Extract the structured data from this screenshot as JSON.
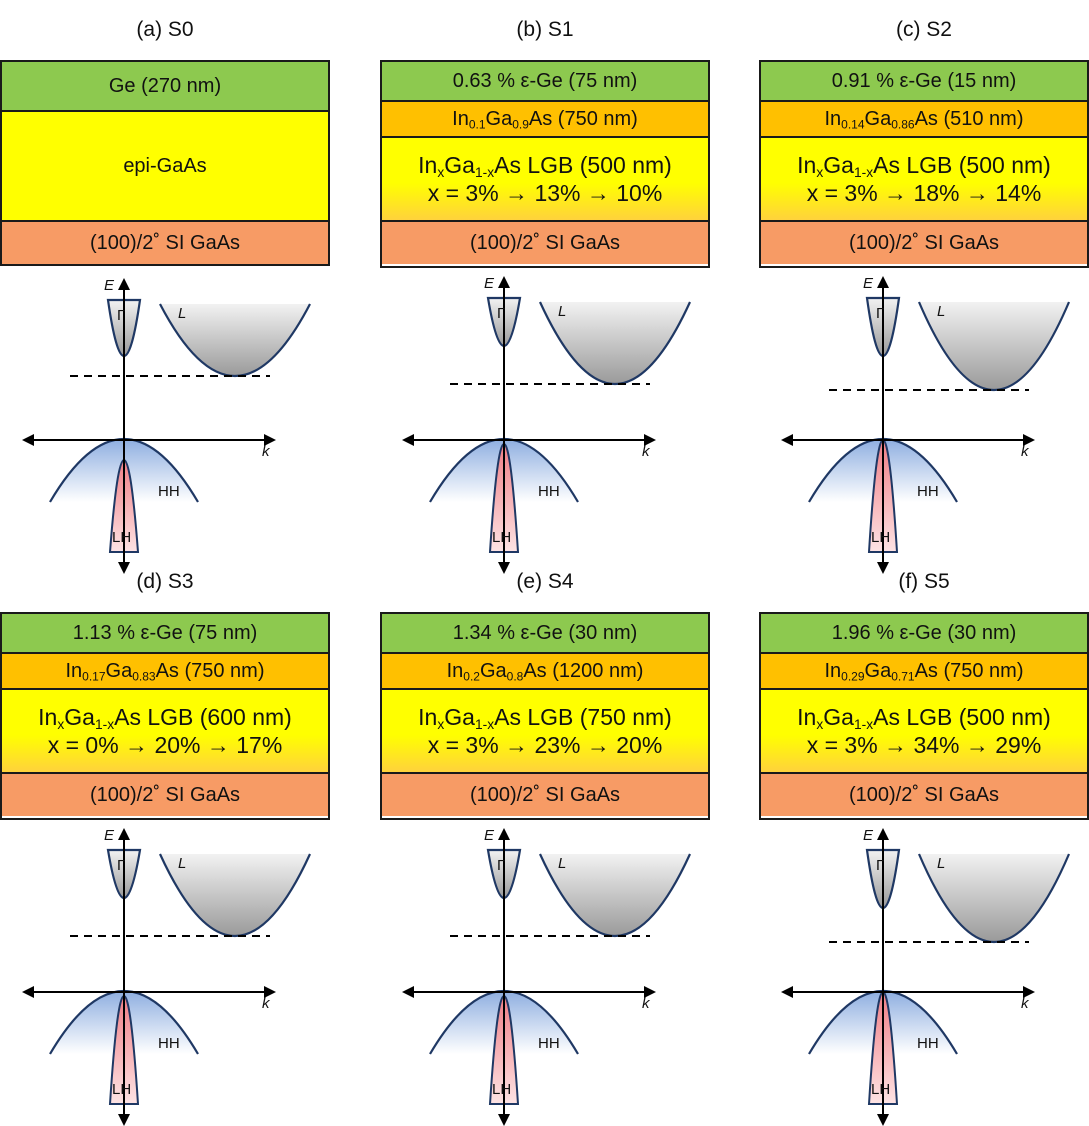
{
  "panels": [
    {
      "title": "(a) S0",
      "layers": [
        {
          "kind": "ge",
          "text": "Ge (270 nm)"
        },
        {
          "kind": "epi",
          "text": "epi-GaAs"
        },
        {
          "kind": "sub",
          "text": "(100)/2˚ SI GaAs"
        }
      ]
    },
    {
      "title": "(b) S1",
      "layers": [
        {
          "kind": "ge",
          "text": "0.63 % ε-Ge (75 nm)"
        },
        {
          "kind": "buf",
          "pre": "In",
          "s1": "0.1",
          "mid": "Ga",
          "s2": "0.9",
          "post": "As (750 nm)"
        },
        {
          "kind": "lgb",
          "line1_post": "As LGB (500 nm)",
          "line2": "x = 3% → 13% → 10%"
        },
        {
          "kind": "sub",
          "text": "(100)/2˚ SI GaAs"
        }
      ]
    },
    {
      "title": "(c) S2",
      "layers": [
        {
          "kind": "ge",
          "text": "0.91 % ε-Ge (15 nm)"
        },
        {
          "kind": "buf",
          "pre": "In",
          "s1": "0.14",
          "mid": "Ga",
          "s2": "0.86",
          "post": "As (510 nm)"
        },
        {
          "kind": "lgb",
          "line1_post": "As LGB (500 nm)",
          "line2": "x = 3% → 18% → 14%"
        },
        {
          "kind": "sub",
          "text": "(100)/2˚ SI GaAs"
        }
      ]
    },
    {
      "title": "(d) S3",
      "layers": [
        {
          "kind": "ge",
          "text": "1.13 % ε-Ge (75 nm)"
        },
        {
          "kind": "buf",
          "pre": "In",
          "s1": "0.17",
          "mid": "Ga",
          "s2": "0.83",
          "post": "As (750 nm)"
        },
        {
          "kind": "lgb",
          "line1_post": "As LGB (600 nm)",
          "line2": "x = 0% → 20% → 17%"
        },
        {
          "kind": "sub",
          "text": "(100)/2˚ SI GaAs"
        }
      ]
    },
    {
      "title": "(e) S4",
      "layers": [
        {
          "kind": "ge",
          "text": "1.34 % ε-Ge (30 nm)"
        },
        {
          "kind": "buf",
          "pre": "In",
          "s1": "0.2",
          "mid": "Ga",
          "s2": "0.8",
          "post": "As (1200 nm)"
        },
        {
          "kind": "lgb",
          "line1_post": "As LGB (750 nm)",
          "line2": "x = 3% → 23% → 20%"
        },
        {
          "kind": "sub",
          "text": "(100)/2˚ SI GaAs"
        }
      ]
    },
    {
      "title": "(f) S5",
      "layers": [
        {
          "kind": "ge",
          "text": "1.96 % ε-Ge (30 nm)"
        },
        {
          "kind": "buf",
          "pre": "In",
          "s1": "0.29",
          "mid": "Ga",
          "s2": "0.71",
          "post": "As (750 nm)"
        },
        {
          "kind": "lgb",
          "line1_post": "As LGB (500 nm)",
          "line2": "x = 3% → 34% → 29%"
        },
        {
          "kind": "sub",
          "text": "(100)/2˚ SI GaAs"
        }
      ]
    }
  ],
  "lgb_prefix": {
    "pre": "In",
    "s1": "x",
    "mid": "Ga",
    "s2": "1-x"
  },
  "band_labels": {
    "e": "E",
    "k": "k",
    "gamma": "Γ",
    "l": "L",
    "hh": "HH",
    "lh": "LH"
  },
  "colors": {
    "ge": "#8dc94f",
    "buffer": "#ffc000",
    "lgb": "#ffff00",
    "substrate": "#f79b65",
    "valley": "#9a9a9a",
    "hh": "#8eaee0",
    "lh": "#f07f86",
    "outline": "#1f3864"
  }
}
